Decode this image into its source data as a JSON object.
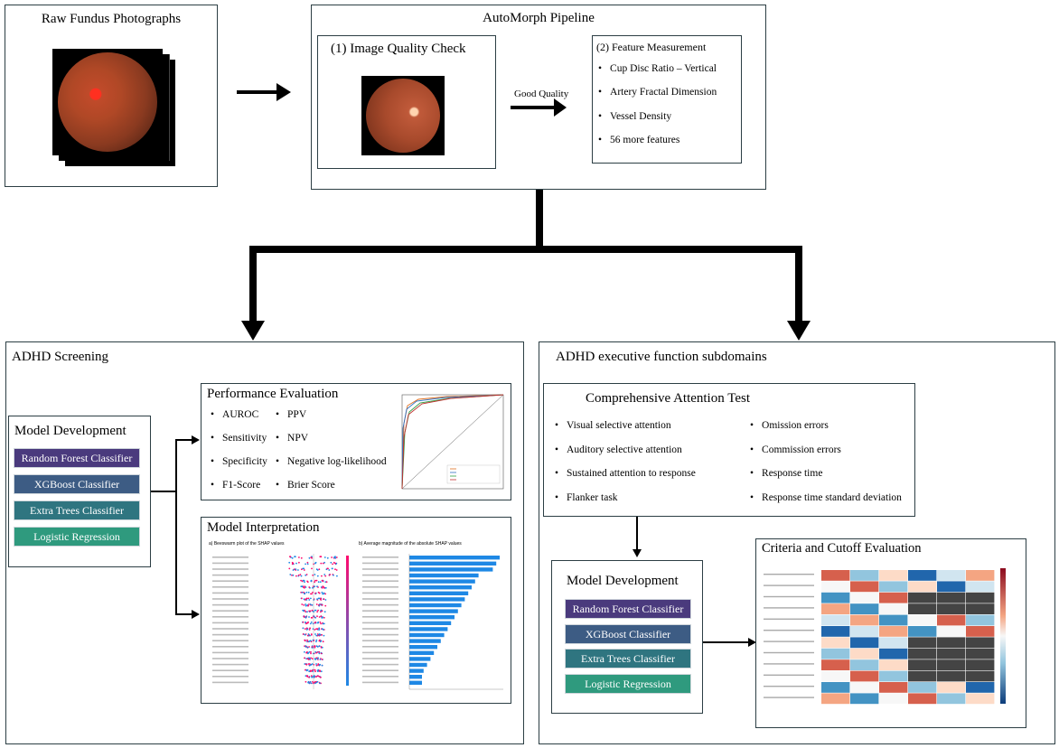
{
  "raw": {
    "title": "Raw Fundus Photographs"
  },
  "pipeline": {
    "title": "AutoMorph Pipeline",
    "quality_title": "(1) Image Quality Check",
    "arrow_label": "Good Quality",
    "features_title": "(2) Feature Measurement",
    "features": [
      "Cup Disc Ratio – Vertical",
      "Artery Fractal Dimension",
      "Vessel Density",
      "56 more features"
    ]
  },
  "screening": {
    "title": "ADHD Screening",
    "model_dev_title": "Model Development",
    "models": [
      "Random Forest Classifier",
      "XGBoost Classifier",
      "Extra Trees Classifier",
      "Logistic Regression"
    ],
    "perf_title": "Performance Evaluation",
    "metrics_left": [
      "AUROC",
      "Sensitivity",
      "Specificity",
      "F1-Score"
    ],
    "metrics_right": [
      "PPV",
      "NPV",
      "Negative log-likelihood",
      "Brier Score"
    ],
    "interp_title": "Model Interpretation",
    "shap_a_title": "a) Beeswarm plot of the SHAP values",
    "shap_b_title": "b) Average magnitude of the absolute SHAP values"
  },
  "subdomains": {
    "title": "ADHD executive function subdomains",
    "cat_title": "Comprehensive Attention Test",
    "cat_left": [
      "Visual selective attention",
      "Auditory selective attention",
      "Sustained attention to response",
      "Flanker task"
    ],
    "cat_right": [
      "Omission errors",
      "Commission errors",
      "Response time",
      "Response time standard deviation"
    ],
    "model_dev_title": "Model Development",
    "models": [
      "Random Forest Classifier",
      "XGBoost Classifier",
      "Extra Trees Classifier",
      "Logistic Regression"
    ],
    "criteria_title": "Criteria and Cutoff Evaluation"
  },
  "colors": {
    "random_forest": "#4a3a7d",
    "xgboost": "#3d5c84",
    "extra_trees": "#2f7580",
    "logistic": "#2f9a7e",
    "border": "#2c3e44"
  }
}
